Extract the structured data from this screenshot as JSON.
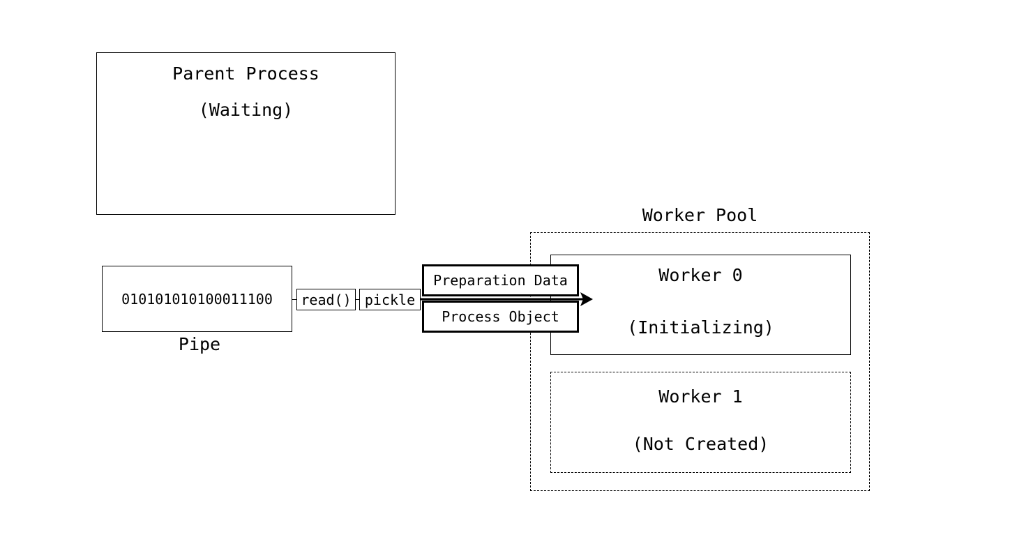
{
  "parent_process": {
    "title": "Parent Process",
    "status": "(Waiting)"
  },
  "pipe": {
    "bits": "010101010100011100",
    "label": "Pipe"
  },
  "operations": {
    "read": "read()",
    "pickle": "pickle"
  },
  "messages": {
    "preparation_data": "Preparation Data",
    "process_object": "Process Object"
  },
  "worker_pool": {
    "label": "Worker Pool",
    "workers": [
      {
        "title": "Worker 0",
        "status": "(Initializing)"
      },
      {
        "title": "Worker 1",
        "status": "(Not Created)"
      }
    ]
  }
}
